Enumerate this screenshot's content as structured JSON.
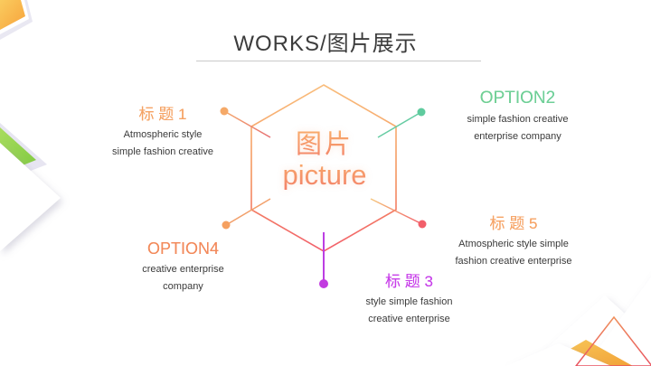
{
  "slide": {
    "title": "WORKS/图片展示"
  },
  "hexagon": {
    "label_cn": "图片",
    "label_en": "picture"
  },
  "labels": {
    "title1": {
      "heading": "标 题 1",
      "line1": "Atmospheric style",
      "line2": "simple fashion creative"
    },
    "option2": {
      "heading": "OPTION2",
      "line1": "simple fashion creative",
      "line2": "enterprise company"
    },
    "option4": {
      "heading": "OPTION4",
      "line1": "creative enterprise",
      "line2": "company"
    },
    "title3": {
      "heading": "标 题 3",
      "line1": "style simple fashion",
      "line2": "creative enterprise"
    },
    "title5": {
      "heading": "标 题 5",
      "line1": "Atmospheric style simple",
      "line2": "fashion creative enterprise"
    }
  },
  "colors": {
    "title_text": "#3C3C3C",
    "body_text": "#3A3A3A",
    "hex_stroke_top": "#F9BD7C",
    "hex_stroke_bottom": "#F25F6B",
    "dot_topleft": "#F5A968",
    "dot_bottomleft": "#F5A060",
    "dot_green": "#5FCB9E",
    "dot_red": "#F25F6A",
    "dot_purple": "#C23BE0",
    "line_orange": "#F2A06B",
    "line_green": "#66CCA3",
    "line_purple": "#BC3FE3",
    "accent_yellow": "#F9B83C",
    "accent_green": "#8FD14F",
    "accent_teal": "#43CFC0",
    "accent_coral": "#F2654F",
    "accent_magenta": "#C840E9"
  }
}
